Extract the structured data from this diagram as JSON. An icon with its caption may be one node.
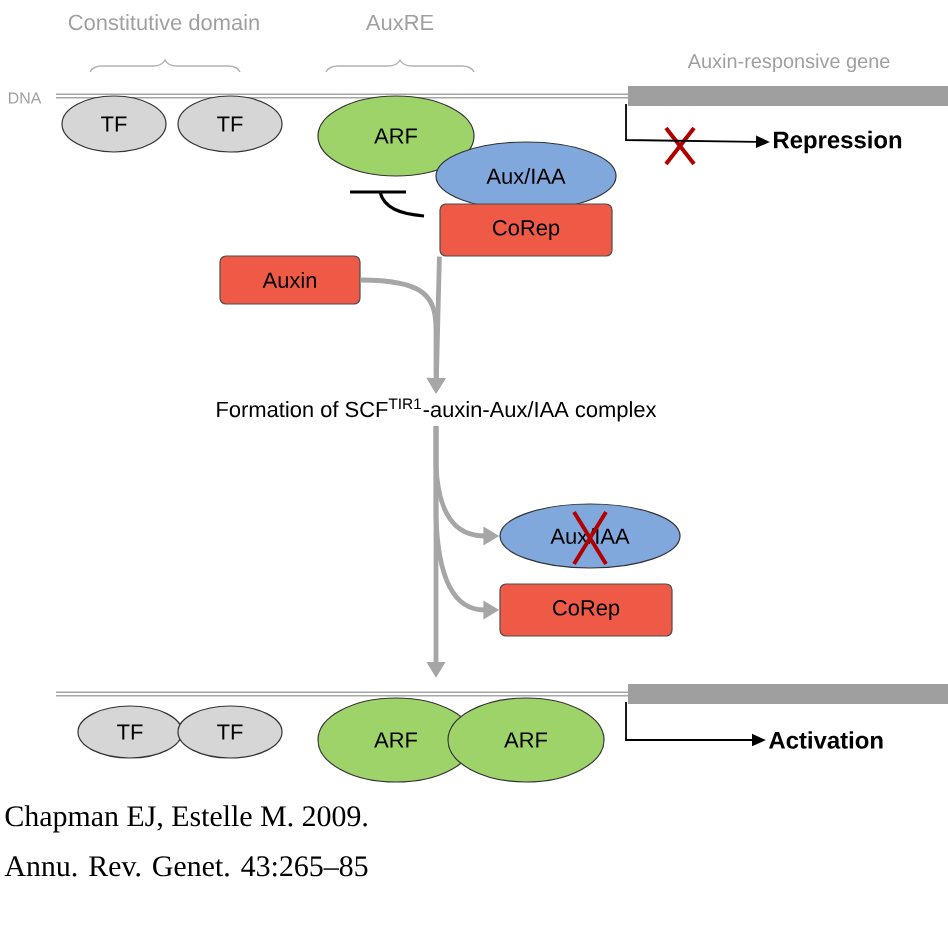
{
  "diagram": {
    "nodes": [
      {
        "text": [
          "TF"
        ]
      },
      {
        "text": [
          "TF"
        ]
      },
      {
        "text": [
          "ARF"
        ]
      },
      {
        "text": [
          "Aux/IAA"
        ]
      },
      {
        "text": [
          "CoRep"
        ]
      },
      {
        "text": [
          "Repression"
        ]
      },
      {
        "text": [
          "Auxin"
        ]
      },
      {
        "text": [
          "Formation of SCF$^{TIR1}$-auxin-Aux/IAA complex"
        ]
      },
      {
        "text": [
          "Aux/IAA"
        ]
      },
      {
        "text": [
          "CoRep"
        ]
      },
      {
        "text": [
          "TF"
        ]
      },
      {
        "text": [
          "TF"
        ]
      },
      {
        "text": [
          "ARF"
        ]
      },
      {
        "text": [
          "ARF"
        ]
      },
      {
        "text": [
          "Activation"
        ]
      }
    ],
    "edges": [
      {
        "from": null,
        "to": 5,
        "arrow": "to",
        "color": "#000000"
      },
      {
        "from": 6,
        "to": 7,
        "arrow": "to"
      },
      {
        "from": 4,
        "to": 7,
        "arrow": "to"
      },
      {
        "from": 7,
        "to": 8,
        "arrow": "to"
      },
      {
        "from": 7,
        "to": 9,
        "arrow": "to"
      },
      {
        "from": 7,
        "to": null,
        "arrow": "to"
      },
      {
        "from": null,
        "to": 14,
        "arrow": "to",
        "color": "#000000"
      }
    ],
    "labels": [
      "Constitutive domain",
      "AuxRE",
      "DNA",
      "Auxin-responsive gene",
      "Chapman EJ, Estelle M. 2009.",
      "Annu. Rev. Genet. 43:265–85"
    ]
  }
}
